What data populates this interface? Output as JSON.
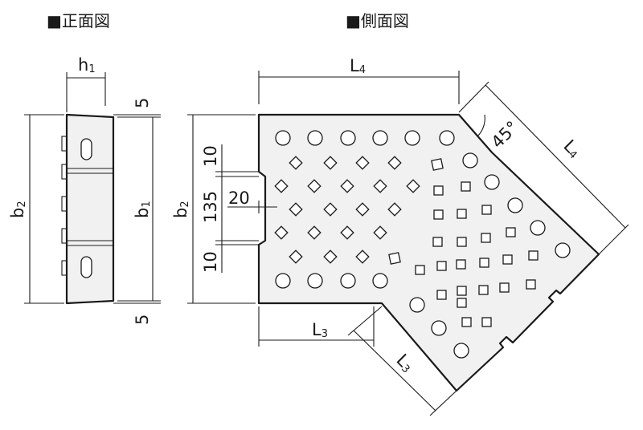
{
  "titles": {
    "front": "■正面図",
    "side": "■側面図"
  },
  "front_view": {
    "h1": "h",
    "h1_sub": "1",
    "b2": "b",
    "b2_sub": "2",
    "b1": "b",
    "b1_sub": "1",
    "top_offset": "5",
    "bottom_offset": "5"
  },
  "side_view": {
    "b2": "b",
    "b2_sub": "2",
    "L4_top": "L",
    "L4_top_sub": "4",
    "L4_diag": "L",
    "L4_diag_sub": "4",
    "angle": "45°",
    "dim_10_top": "10",
    "dim_135": "135",
    "dim_20": "20",
    "dim_10_bottom": "10",
    "L3_bottom": "L",
    "L3_bottom_sub": "3",
    "L3_diag": "L",
    "L3_diag_sub": "3"
  }
}
